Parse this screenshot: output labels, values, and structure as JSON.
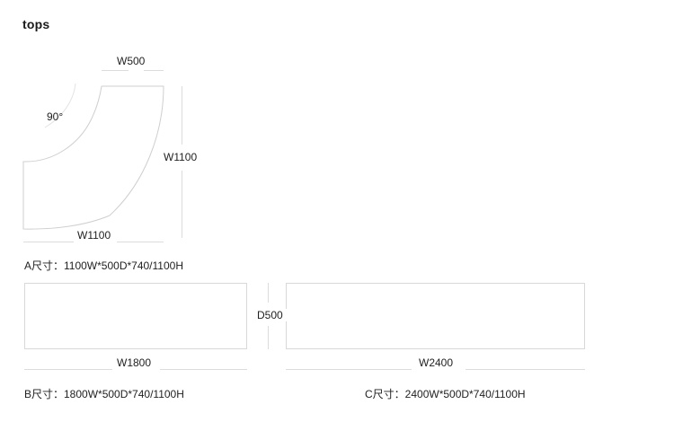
{
  "page": {
    "title": "tops"
  },
  "figure_a": {
    "name": "corner-top-A",
    "shape": "L-shaped corner worktop with 90 degree inner arc",
    "dimensions": {
      "top_width": "W500",
      "right_height": "W1100",
      "bottom_width": "W1100",
      "angle": "90°"
    },
    "caption": "A尺寸：1100W*500D*740/1100H"
  },
  "figure_b": {
    "name": "rectangular-top-B",
    "shape": "rectangle",
    "dimensions": {
      "bottom_width": "W1800",
      "depth": "D500"
    },
    "caption": "B尺寸：1800W*500D*740/1100H"
  },
  "figure_c": {
    "name": "rectangular-top-C",
    "shape": "rectangle",
    "dimensions": {
      "bottom_width": "W2400",
      "depth": "D500"
    },
    "caption": "C尺寸：2400W*500D*740/1100H"
  },
  "colors": {
    "outline": "#cfcfcf",
    "dimension_line": "#dcdcdc",
    "text": "#1f1f1f",
    "title": "#1a1a1a",
    "background": "#ffffff"
  }
}
